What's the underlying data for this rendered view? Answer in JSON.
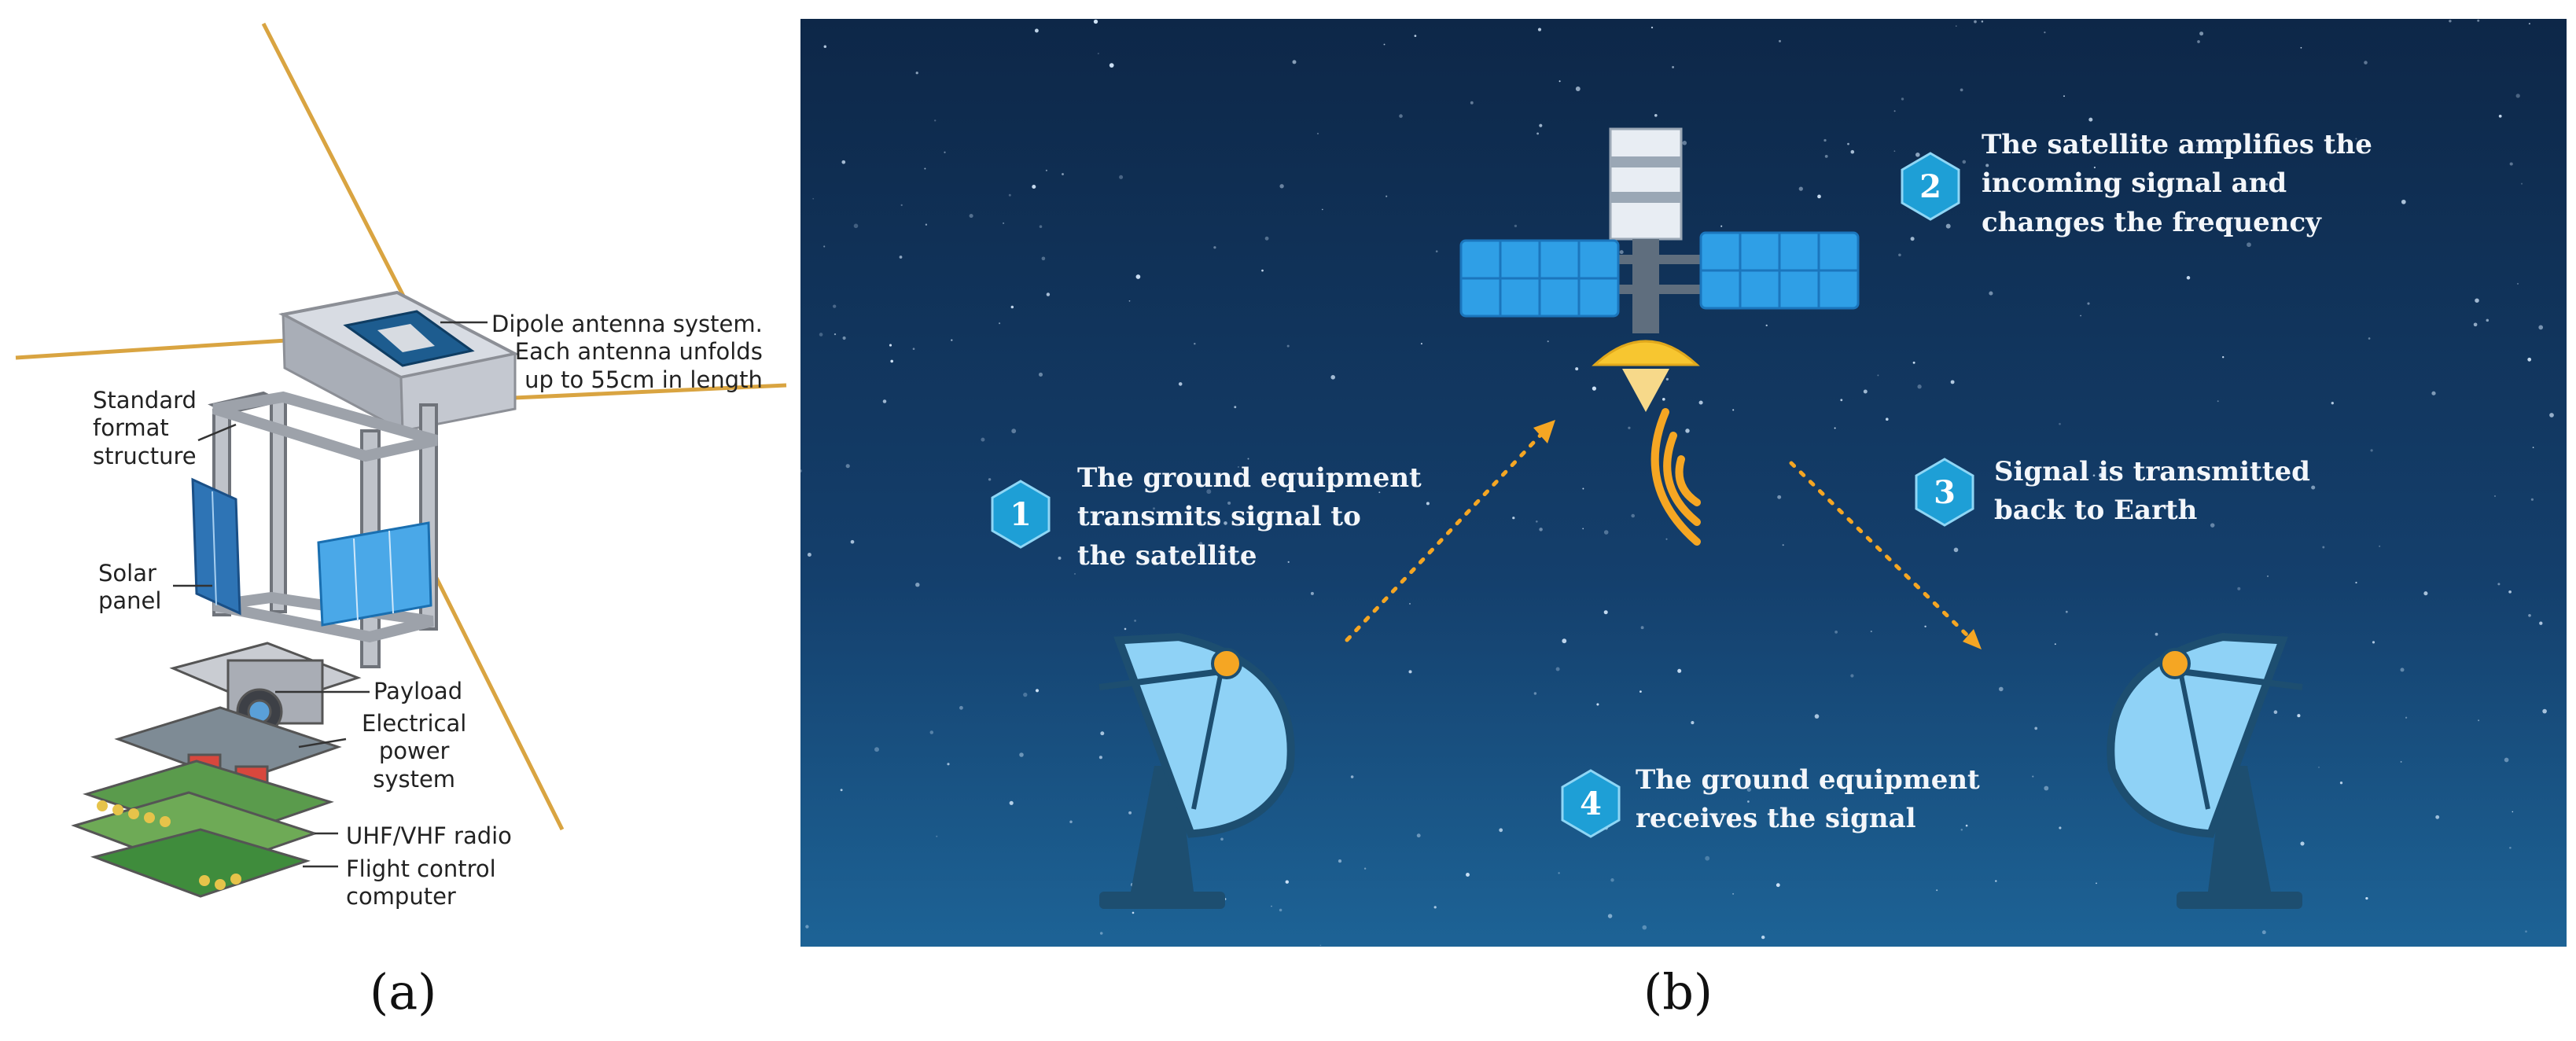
{
  "panel_a": {
    "caption": "(a)",
    "labels": {
      "dipole": [
        "Dipole antenna system.",
        "Each antenna unfolds",
        "up to 55cm in length"
      ],
      "structure": [
        "Standard",
        "format",
        "structure"
      ],
      "solar": [
        "Solar",
        "panel"
      ],
      "payload": [
        "Payload"
      ],
      "eps": [
        "Electrical",
        "power",
        "system"
      ],
      "radio": [
        "UHF/VHF radio"
      ],
      "fcc": [
        "Flight control",
        "computer"
      ]
    }
  },
  "panel_b": {
    "caption": "(b)",
    "steps": [
      {
        "num": "1",
        "lines": [
          "The ground equipment",
          "transmits signal to",
          "the satellite"
        ]
      },
      {
        "num": "2",
        "lines": [
          "The satellite amplifies the",
          "incoming signal and",
          "changes the frequency"
        ]
      },
      {
        "num": "3",
        "lines": [
          "Signal is transmitted",
          "back to Earth"
        ]
      },
      {
        "num": "4",
        "lines": [
          "The ground equipment",
          "receives the signal"
        ]
      }
    ]
  },
  "colors": {
    "space_top": "#0d2748",
    "space_bottom": "#1d6396",
    "hex": "#1e9fd6",
    "signal": "#f5a623",
    "solar_blue": "#2f9fe6",
    "antenna_wire": "#d9a441",
    "cubesat_frame": "#8c8f96"
  },
  "icons": [
    "satellite-icon",
    "satellite-dish-icon",
    "signal-waves-icon",
    "hexagon-badge-icon"
  ]
}
